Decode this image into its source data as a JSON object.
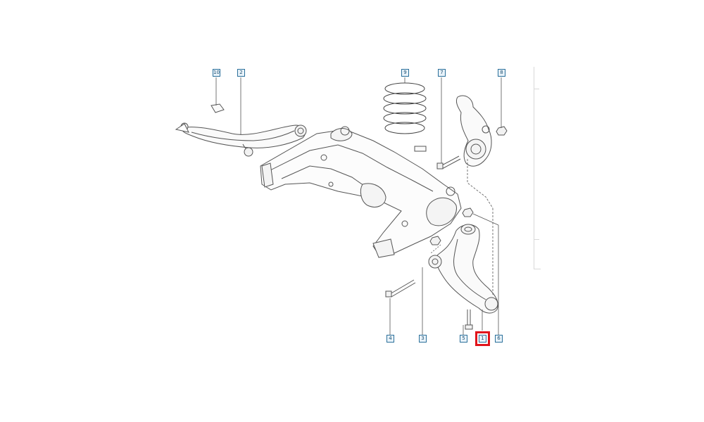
{
  "diagram": {
    "callouts": {
      "c10": "10",
      "c2": "2",
      "c9": "9",
      "c7": "7",
      "c8": "8",
      "c4": "4",
      "c3": "3",
      "c5": "5",
      "c1": "1",
      "c6": "6"
    },
    "selected_callout": "1",
    "colors": {
      "line": "#555555",
      "callout_border": "#2a6f9a",
      "highlight": "#e0141b"
    }
  }
}
